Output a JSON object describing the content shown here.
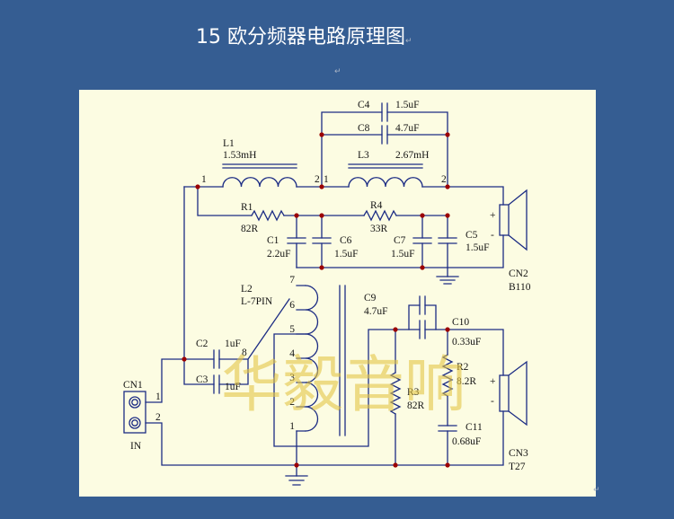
{
  "slide": {
    "title": "15 欧分频器电路原理图",
    "return_mark": "↵",
    "return_mark_2": "↵",
    "return_mark_3": "↵"
  },
  "watermark": "华毅音响",
  "colors": {
    "background": "#355d92",
    "panel": "#fcfce2",
    "title": "#ffffff",
    "wire": "#1c2c84",
    "junction": "#9c0000",
    "watermark": "#e2c446"
  },
  "schematic": {
    "C1": {
      "ref": "C1",
      "value": "2.2uF"
    },
    "C2": {
      "ref": "C2",
      "value": "1uF"
    },
    "C3": {
      "ref": "C3",
      "value": "1uF"
    },
    "C4": {
      "ref": "C4",
      "value": "1.5uF"
    },
    "C5": {
      "ref": "C5",
      "value": "1.5uF"
    },
    "C6": {
      "ref": "C6",
      "value": "1.5uF"
    },
    "C7": {
      "ref": "C7",
      "value": "1.5uF"
    },
    "C8": {
      "ref": "C8",
      "value": "4.7uF"
    },
    "C9": {
      "ref": "C9",
      "value": "4.7uF"
    },
    "C10": {
      "ref": "C10",
      "value": "0.33uF"
    },
    "C11": {
      "ref": "C11",
      "value": "0.68uF"
    },
    "R1": {
      "ref": "R1",
      "value": "82R"
    },
    "R2": {
      "ref": "R2",
      "value": "8.2R"
    },
    "R3": {
      "ref": "R3",
      "value": "82R"
    },
    "R4": {
      "ref": "R4",
      "value": "33R"
    },
    "L1": {
      "ref": "L1",
      "value": "1.53mH",
      "pins": [
        "1",
        "2"
      ]
    },
    "L3": {
      "ref": "L3",
      "value": "2.67mH",
      "pins": [
        "1",
        "2"
      ]
    },
    "L2": {
      "ref": "L2",
      "value": "L-7PIN",
      "pins": [
        "7",
        "6",
        "5",
        "4",
        "3",
        "2",
        "1"
      ],
      "tap": "8"
    },
    "CN1": {
      "ref": "CN1",
      "label": "IN",
      "pins": [
        "1",
        "2"
      ]
    },
    "CN2": {
      "ref": "CN2",
      "value": "B110",
      "polarity": [
        "+",
        "-"
      ]
    },
    "CN3": {
      "ref": "CN3",
      "value": "T27",
      "polarity": [
        "+",
        "-"
      ]
    }
  }
}
